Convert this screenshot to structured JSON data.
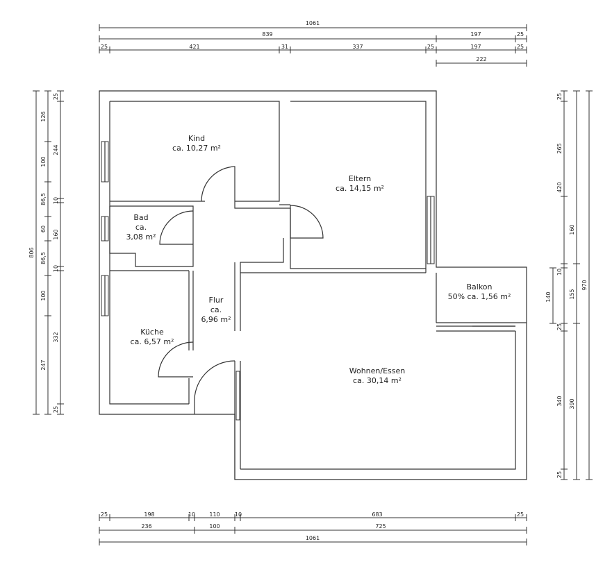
{
  "rooms": [
    {
      "id": "kind",
      "name": "Kind",
      "area": "ca. 10,27 m²"
    },
    {
      "id": "eltern",
      "name": "Eltern",
      "area": "ca. 14,15 m²"
    },
    {
      "id": "bad",
      "name": "Bad",
      "area1": "ca.",
      "area2": "3,08 m²"
    },
    {
      "id": "flur",
      "name": "Flur",
      "area1": "ca.",
      "area2": "6,96 m²"
    },
    {
      "id": "kueche",
      "name": "Küche",
      "area": "ca. 6,57 m²"
    },
    {
      "id": "balkon",
      "name": "Balkon",
      "area": "50% ca. 1,56 m²"
    },
    {
      "id": "wohnen",
      "name": "Wohnen/Essen",
      "area": "ca. 30,14 m²"
    }
  ],
  "dims": {
    "top_total": "1061",
    "top_row2": [
      "839",
      "197",
      "25"
    ],
    "top_row3": [
      "25",
      "421",
      "31",
      "337",
      "25",
      "197",
      "25"
    ],
    "top_row4": "222",
    "bottom_row1": [
      "25",
      "198",
      "10",
      "110",
      "10",
      "683",
      "25"
    ],
    "bottom_row2": [
      "236",
      "100",
      "725"
    ],
    "bottom_total": "1061",
    "left_total": "806",
    "left_col2": [
      "126",
      "100",
      "86,5",
      "60",
      "86,5",
      "100",
      "247"
    ],
    "left_col3": [
      "25",
      "244",
      "10",
      "160",
      "10",
      "332",
      "25"
    ],
    "right_col1": [
      "25",
      "265",
      "160",
      "10",
      "140",
      "25",
      "340",
      "25"
    ],
    "right_col2": [
      "420",
      "155",
      "390"
    ],
    "right_total": "970"
  }
}
